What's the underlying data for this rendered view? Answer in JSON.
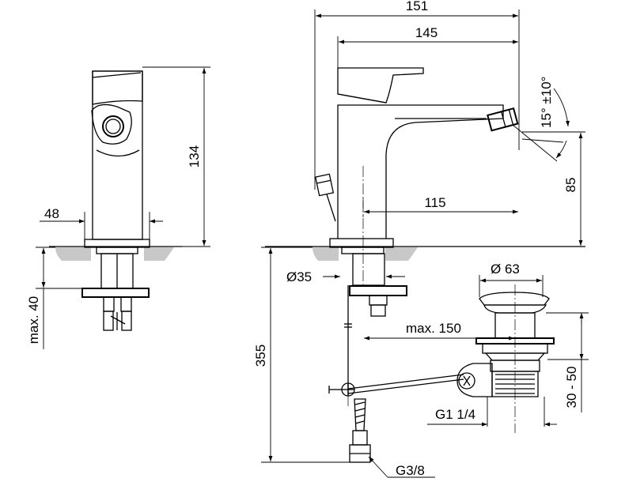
{
  "drawing": {
    "dims": {
      "width_151": "151",
      "width_145": "145",
      "spout_115": "115",
      "height_85": "85",
      "height_134": "134",
      "body_48": "48",
      "max_40": "max. 40",
      "height_355": "355",
      "dia_35": "Ø35",
      "max_150": "max. 150",
      "dia_63": "Ø 63",
      "range_30_50": "30 - 50",
      "thread_g1": "G1 1/4",
      "thread_g38": "G3/8",
      "angle": "15° ±10°"
    }
  }
}
